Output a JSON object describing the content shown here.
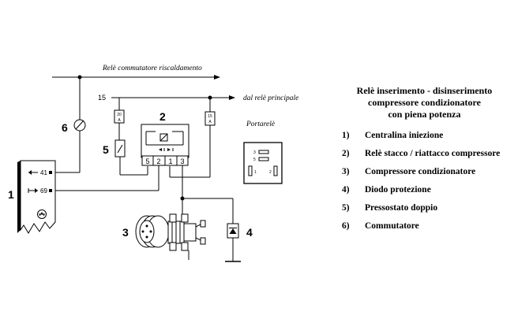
{
  "diagram": {
    "top_line_label": "Relè commutatore riscaldamento",
    "main_relay_label": "dal relè principale",
    "supply_terminal": "15",
    "socket_title": "Portarelè",
    "fuse_left": {
      "rating": "20",
      "unit": "A"
    },
    "fuse_right": {
      "rating": "15",
      "unit": "A"
    },
    "ecu_pins": {
      "pin_a": "41",
      "pin_b": "69"
    },
    "relay_terminals": [
      "5",
      "2",
      "1",
      "3"
    ],
    "socket_pins": [
      "3",
      "5",
      "1",
      "2"
    ],
    "callouts": [
      "1",
      "2",
      "3",
      "4",
      "5",
      "6"
    ]
  },
  "legend": {
    "title_lines": [
      "Relè inserimento - disinserimento",
      "compressore condizionatore",
      "con piena potenza"
    ],
    "items": [
      {
        "num": "1)",
        "text": "Centralina iniezione"
      },
      {
        "num": "2)",
        "text": "Relè stacco / riattacco compressore"
      },
      {
        "num": "3)",
        "text": "Compressore condizionatore"
      },
      {
        "num": "4)",
        "text": "Diodo protezione"
      },
      {
        "num": "5)",
        "text": "Pressostato doppio"
      },
      {
        "num": "6)",
        "text": "Commutatore"
      }
    ]
  }
}
